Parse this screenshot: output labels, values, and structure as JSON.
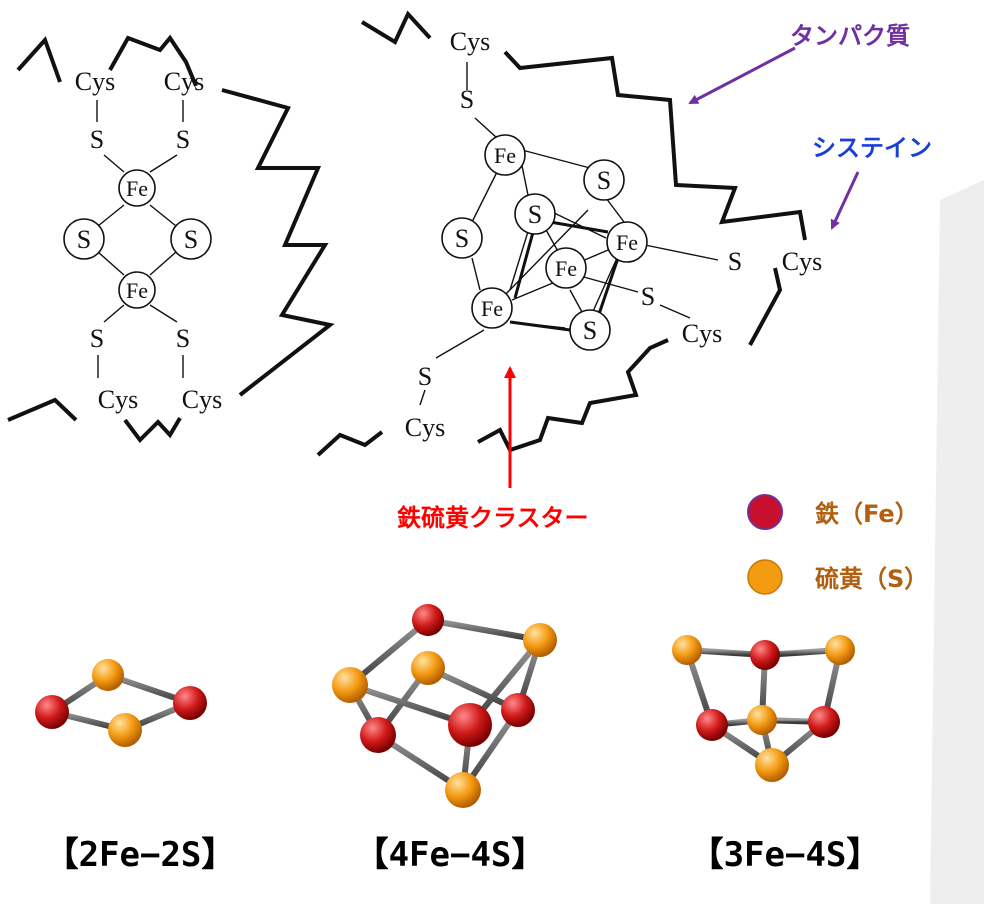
{
  "structures": {
    "left": {
      "cys_top_left": "Cys",
      "cys_top_right": "Cys",
      "cys_bottom_left": "Cys",
      "cys_bottom_right": "Cys",
      "s_tl": "S",
      "s_tr": "S",
      "s_bl": "S",
      "s_br": "S",
      "fe_top": "Fe",
      "fe_bottom": "Fe",
      "s_ring_left": "S",
      "s_ring_right": "S"
    },
    "right": {
      "cys_top": "Cys",
      "cys_right": "Cys",
      "cys_mid": "Cys",
      "cys_bottom": "Cys",
      "s_top_link": "S",
      "s_right_link": "S",
      "s_mid_link": "S",
      "s_bottom_link": "S",
      "fe_top": "Fe",
      "fe_right": "Fe",
      "fe_center": "Fe",
      "fe_left": "Fe",
      "s_right": "S",
      "s_center": "S",
      "s_left": "S",
      "s_bottom": "S"
    }
  },
  "annotations": {
    "protein": "タンパク質",
    "cysteine": "システイン",
    "cluster": "鉄硫黄クラスター"
  },
  "legend": {
    "iron": "鉄（Fe）",
    "sulfur": "硫黄（S）"
  },
  "formulas": {
    "f2": "【2Fe−2S】",
    "f4": "【4Fe−4S】",
    "f3": "【3Fe−4S】"
  },
  "colors": {
    "iron": "#c8102e",
    "sulfur": "#f39c12",
    "protein_arrow": "#7030a0",
    "cysteine_text": "#1a3fd6",
    "cluster_red": "#ff0000",
    "legend_text": "#b06010"
  }
}
